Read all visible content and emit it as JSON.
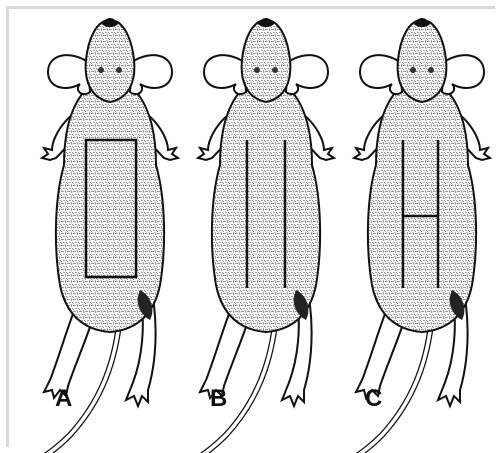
{
  "panels": [
    {
      "label": "A",
      "incision": "rectangle"
    },
    {
      "label": "B",
      "incision": "two-parallel-lines"
    },
    {
      "label": "C",
      "incision": "parallel-lines-with-crossbar"
    }
  ],
  "icons": {
    "specimen": "rat-dorsal-view-icon"
  }
}
